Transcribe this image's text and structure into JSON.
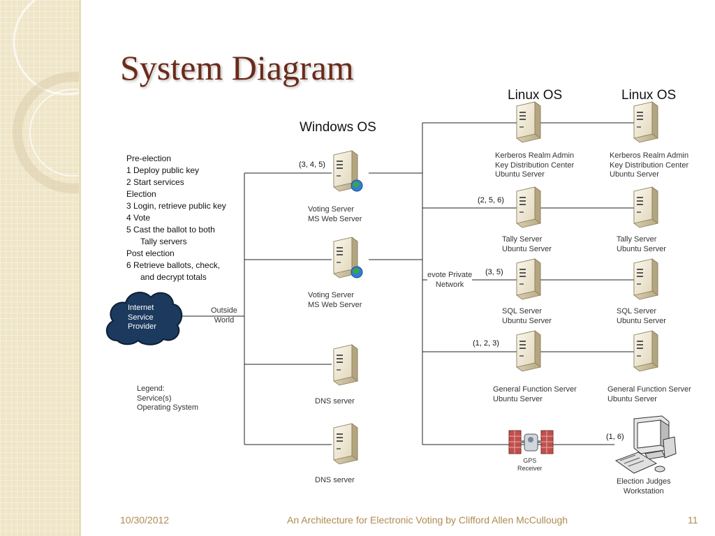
{
  "slide": {
    "title": "System Diagram",
    "footer_date": "10/30/2012",
    "footer_text": "An Architecture for Electronic Voting by Clifford Allen McCullough",
    "page_number": "11"
  },
  "os_labels": {
    "windows": "Windows OS",
    "linux_1": "Linux OS",
    "linux_2": "Linux OS"
  },
  "steps": [
    {
      "text": "Pre-election",
      "indent": false
    },
    {
      "text": "1 Deploy public key",
      "indent": false
    },
    {
      "text": "2 Start services",
      "indent": false
    },
    {
      "text": "Election",
      "indent": false
    },
    {
      "text": "3 Login, retrieve public key",
      "indent": false
    },
    {
      "text": "4 Vote",
      "indent": false
    },
    {
      "text": "5 Cast the ballot to both",
      "indent": false
    },
    {
      "text": "Tally servers",
      "indent": true
    },
    {
      "text": "Post election",
      "indent": false
    },
    {
      "text": "6 Retrieve ballots, check,",
      "indent": false
    },
    {
      "text": "and decrypt totals",
      "indent": true
    }
  ],
  "cloud": {
    "line1": "Internet",
    "line2": "Service",
    "line3": "Provider"
  },
  "outside_world": {
    "line1": "Outside",
    "line2": "World"
  },
  "private_network": {
    "line1": "evote Private",
    "line2": "Network"
  },
  "legend": {
    "line1": "Legend:",
    "line2": "Service(s)",
    "line3": "Operating System"
  },
  "left_servers": [
    {
      "line1": "Voting Server",
      "line2": "MS Web Server",
      "services": "(3, 4, 5)"
    },
    {
      "line1": "Voting Server",
      "line2": "MS Web Server",
      "services": ""
    },
    {
      "line1": "DNS server",
      "line2": "",
      "services": ""
    },
    {
      "line1": "DNS server",
      "line2": "",
      "services": ""
    }
  ],
  "right_rows": [
    {
      "services": "",
      "a1": "Kerberos Realm Admin",
      "a2": "Key Distribution Center",
      "a3": "Ubuntu Server",
      "b1": "Kerberos Realm Admin",
      "b2": "Key Distribution Center",
      "b3": "Ubuntu Server"
    },
    {
      "services": "(2, 5, 6)",
      "a1": "Tally Server",
      "a2": "Ubuntu Server",
      "a3": "",
      "b1": "Tally Server",
      "b2": "Ubuntu Server",
      "b3": ""
    },
    {
      "services": "(3, 5)",
      "a1": "SQL Server",
      "a2": "Ubuntu Server",
      "a3": "",
      "b1": "SQL Server",
      "b2": "Ubuntu Server",
      "b3": ""
    },
    {
      "services": "(1, 2, 3)",
      "a1": "General Function Server",
      "a2": "Ubuntu Server",
      "a3": "",
      "b1": "General Function Server",
      "b2": "Ubuntu Server",
      "b3": ""
    }
  ],
  "gps": {
    "line1": "GPS",
    "line2": "Receiver"
  },
  "workstation": {
    "services": "(1, 6)",
    "line1": "Election Judges",
    "line2": "Workstation"
  },
  "icons": {
    "server": "server-tower-icon",
    "web_server": "globe-icon",
    "cloud": "cloud-icon",
    "gps": "satellite-icon",
    "workstation": "computer-workstation-icon"
  },
  "colors": {
    "title": "#6b2a19",
    "footer": "#b08a50",
    "side_panel": "#efe5c8",
    "cloud": "#1c3a5e"
  }
}
